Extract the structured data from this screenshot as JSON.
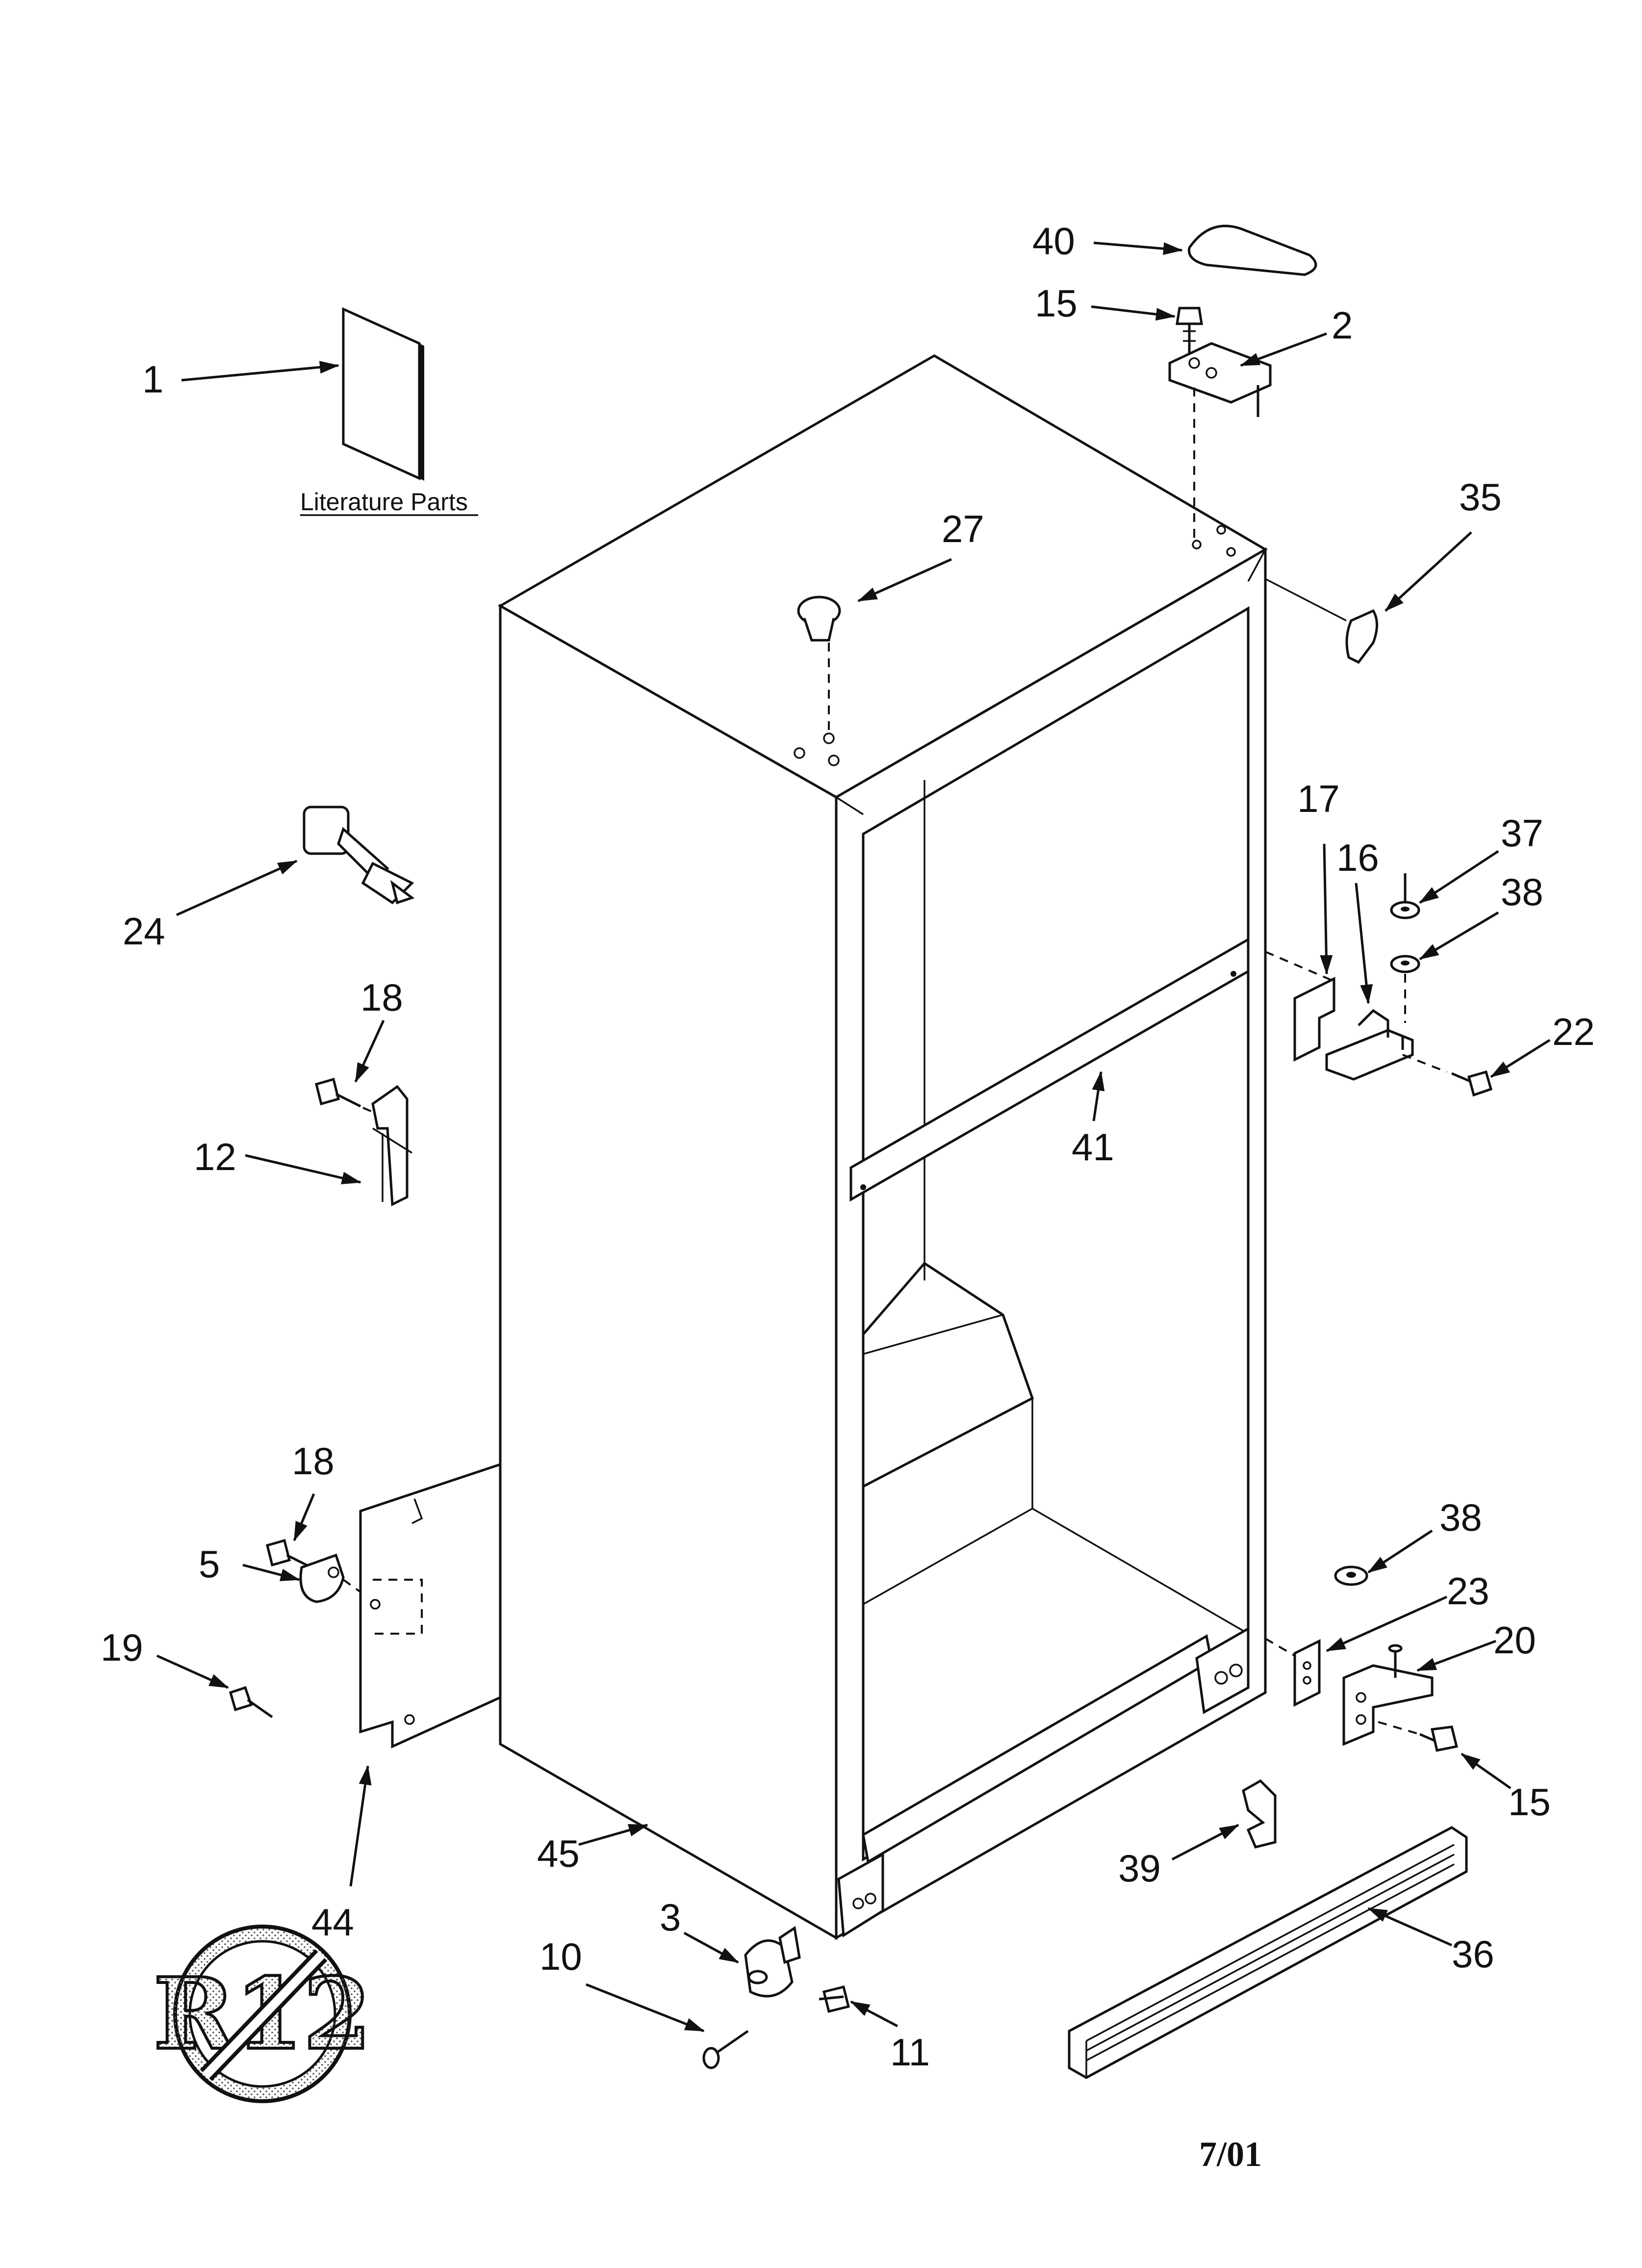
{
  "literature_label": "Literature Parts",
  "date_code": "7/01",
  "r12_logo_text": "R12",
  "callouts": {
    "p1": "1",
    "p40": "40",
    "p15a": "15",
    "p2": "2",
    "p35": "35",
    "p27": "27",
    "p24": "24",
    "p18a": "18",
    "p12": "12",
    "p17": "17",
    "p16": "16",
    "p37": "37",
    "p38a": "38",
    "p22": "22",
    "p41": "41",
    "p18b": "18",
    "p5": "5",
    "p19": "19",
    "p44": "44",
    "p45": "45",
    "p38b": "38",
    "p23": "23",
    "p20": "20",
    "p15b": "15",
    "p39": "39",
    "p36": "36",
    "p3": "3",
    "p10": "10",
    "p11": "11"
  },
  "colors": {
    "ink": "#111111",
    "paper": "#ffffff"
  }
}
